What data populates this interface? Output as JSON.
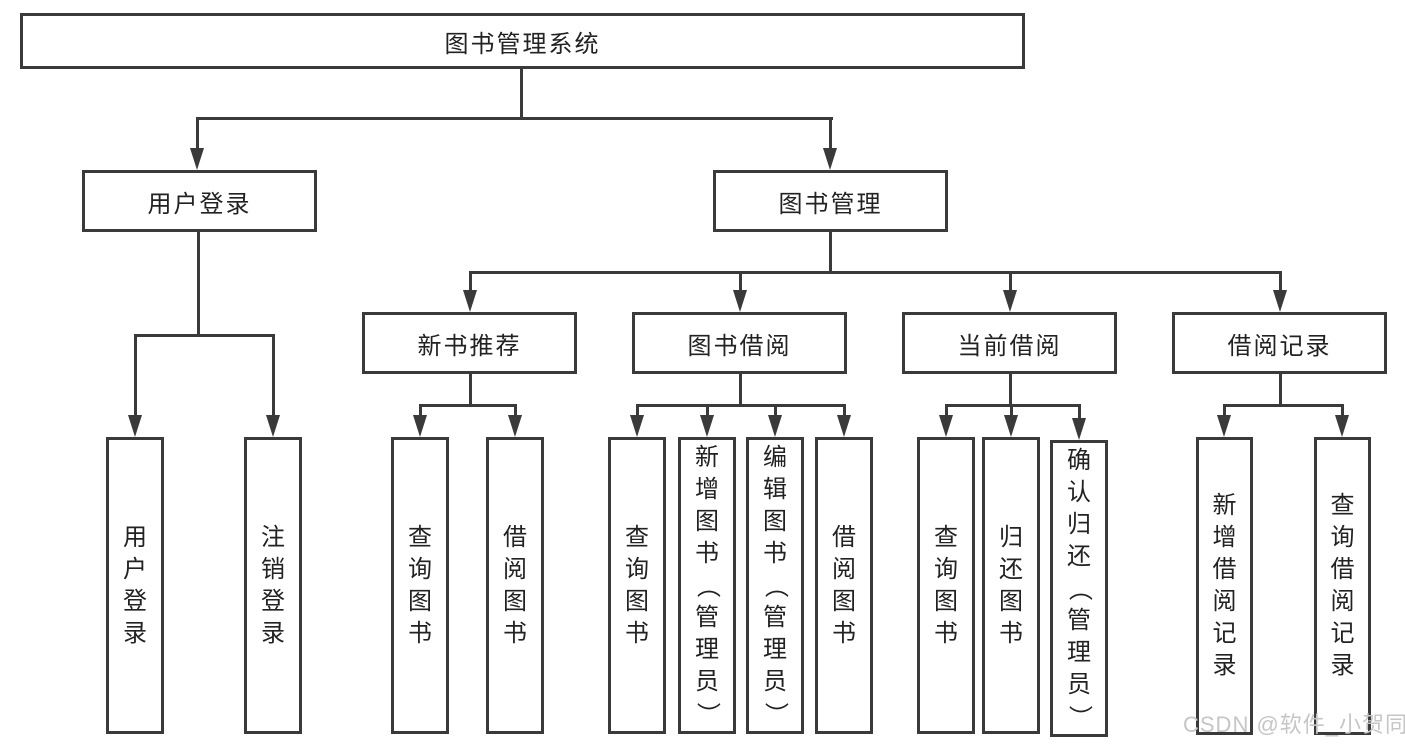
{
  "colors": {
    "line": "#3a3a3a",
    "text": "#222222",
    "background": "#ffffff",
    "watermark": "#c6c6c6"
  },
  "watermark": "CSDN @软件_小贺同学",
  "diagram": {
    "root": "图书管理系统",
    "level2": {
      "user_login": "用户登录",
      "book_mgmt": "图书管理"
    },
    "level3": {
      "new_books": "新书推荐",
      "borrowing": "图书借阅",
      "current": "当前借阅",
      "records": "借阅记录"
    },
    "leaves": {
      "user_login": "用户登录",
      "logout": "注销登录",
      "nb_query": "查询图书",
      "nb_borrow": "借阅图书",
      "bb_query": "查询图书",
      "bb_add": "新增图书（管理员）",
      "bb_edit": "编辑图书（管理员）",
      "bb_borrow": "借阅图书",
      "cb_query": "查询图书",
      "cb_return": "归还图书",
      "cb_confirm": "确认归还（管理员）",
      "br_add": "新增借阅记录",
      "br_query": "查询借阅记录"
    }
  }
}
